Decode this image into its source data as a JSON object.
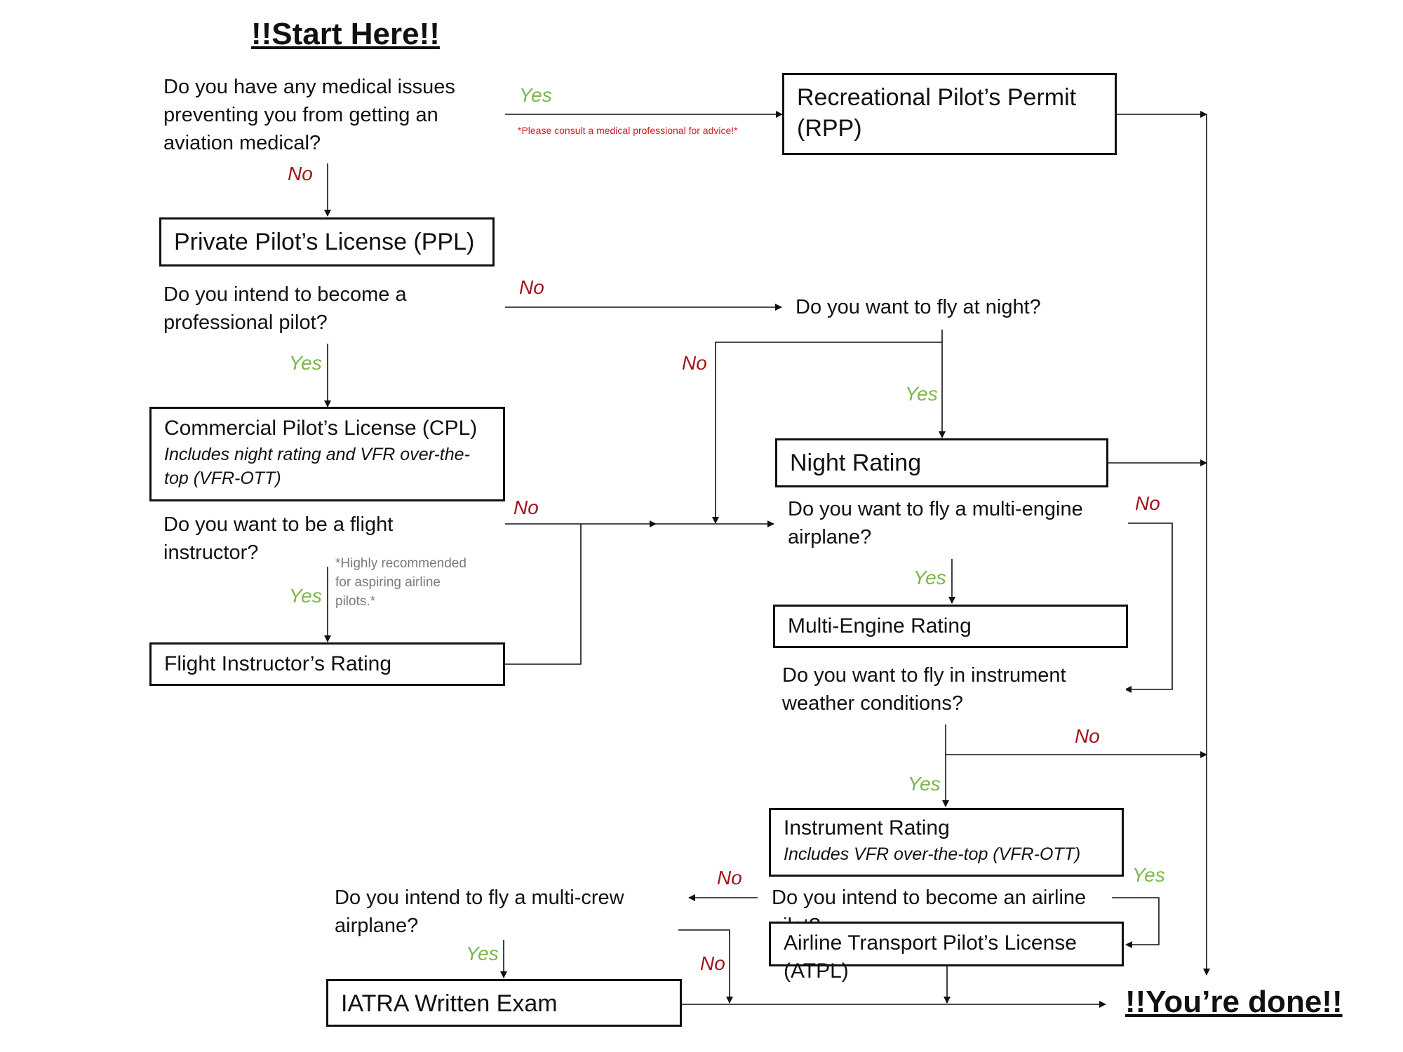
{
  "start_title": "!!Start Here!!",
  "end_title": "!!You’re done!!",
  "questions": {
    "medical": "Do you have any medical issues preventing you from getting an aviation medical?",
    "professional": "Do you intend to become a professional pilot?",
    "night": "Do you want to fly at night?",
    "instructor": "Do you want to be a flight instructor?",
    "multi_engine": "Do you want to fly a multi-engine airplane?",
    "instrument": "Do you want to fly in instrument weather conditions?",
    "airline": "Do you intend to become an airline pilot?",
    "multi_crew": "Do you intend to fly a multi-crew airplane?"
  },
  "boxes": {
    "rpp": "Recreational Pilot’s Permit (RPP)",
    "ppl": "Private Pilot’s License (PPL)",
    "cpl": "Commercial Pilot’s License (CPL)",
    "cpl_sub": "Includes night rating and VFR over-the-top (VFR-OTT)",
    "night_rating": "Night Rating",
    "multi_engine_rating": "Multi-Engine Rating",
    "flight_instructor": "Flight Instructor’s Rating",
    "instrument_rating": "Instrument Rating",
    "instrument_sub": "Includes VFR over-the-top (VFR-OTT)",
    "atpl": "Airline Transport Pilot’s License (ATPL)",
    "iatra": "IATRA Written Exam"
  },
  "labels": {
    "yes": "Yes",
    "no": "No"
  },
  "notes": {
    "medical_advice": "*Please consult a medical professional for advice!*",
    "instructor_recommend": "*Highly recommended for aspiring airline pilots.*"
  },
  "colors": {
    "yes": "#7ab648",
    "no": "#a3131a",
    "note_red": "#d11a1a",
    "note_grey": "#7a7a7a",
    "line": "#111111"
  }
}
